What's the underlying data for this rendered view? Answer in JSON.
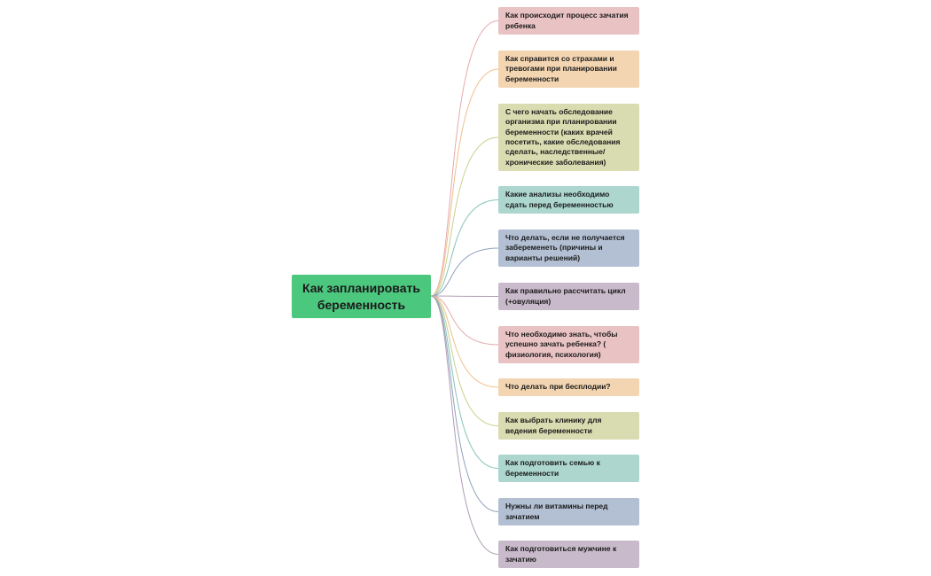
{
  "root": {
    "label": "Как запланировать беременность",
    "color": "#4cc77e"
  },
  "topics": [
    {
      "label": "Как происходит процесс зачатия ребенка",
      "color": "#e9c2c3",
      "line": "#e7a9ab"
    },
    {
      "label": "Как справится со страхами и тревогами при планировании беременности",
      "color": "#f3d5b2",
      "line": "#f0bf8a"
    },
    {
      "label": "С чего начать обследование организма при планировании беременности (каких врачей посетить, какие обследования сделать, наследственные/ хронические заболевания)",
      "color": "#d9dcb0",
      "line": "#c9cf8c"
    },
    {
      "label": "Какие анализы необходимо сдать перед беременностью",
      "color": "#acd6ce",
      "line": "#86c4b8"
    },
    {
      "label": "Что делать, если не получается забеременеть (причины и варианты решений)",
      "color": "#b3c0d3",
      "line": "#8fa2bd"
    },
    {
      "label": "Как правильно рассчитать цикл (+овуляция)",
      "color": "#c9bacb",
      "line": "#b19db5"
    },
    {
      "label": "Что необходимо знать, чтобы успешно зачать ребенка? ( физиология, психология)",
      "color": "#e9c2c3",
      "line": "#e7a9ab"
    },
    {
      "label": "Что делать при бесплодии?",
      "color": "#f3d5b2",
      "line": "#f0bf8a"
    },
    {
      "label": "Как выбрать клинику для ведения беременности",
      "color": "#d9dcb0",
      "line": "#c9cf8c"
    },
    {
      "label": "Как подготовить семью к беременности",
      "color": "#acd6ce",
      "line": "#86c4b8"
    },
    {
      "label": "Нужны ли витамины перед зачатием",
      "color": "#b3c0d3",
      "line": "#8fa2bd"
    },
    {
      "label": "Как подготовиться мужчине к зачатию",
      "color": "#c9bacb",
      "line": "#b19db5"
    }
  ]
}
